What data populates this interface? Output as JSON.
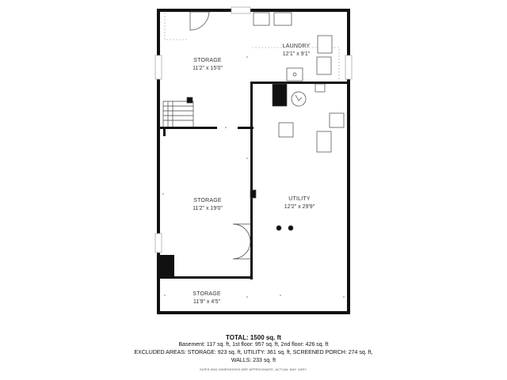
{
  "rooms": {
    "storage_top": {
      "name": "STORAGE",
      "dims": "11'2\" x 15'0\""
    },
    "laundry": {
      "name": "LAUNDRY",
      "dims": "12'1\" x 9'1\""
    },
    "storage_middle": {
      "name": "STORAGE",
      "dims": "11'2\" x 19'0\""
    },
    "utility": {
      "name": "UTILITY",
      "dims": "12'2\" x 29'9\""
    },
    "storage_bottom": {
      "name": "STORAGE",
      "dims": "11'9\" x 4'5\""
    }
  },
  "footer": {
    "total": "TOTAL: 1500 sq. ft",
    "line1": "Basement: 117 sq. ft, 1st floor: 957 sq. ft, 2nd floor: 426 sq. ft",
    "line2": "EXCLUDED AREAS: STORAGE: 923 sq. ft, UTILITY: 361 sq. ft, SCREENED PORCH: 274 sq. ft,",
    "line3": "WALLS: 233 sq. ft",
    "disclaimer": "SIZES AND DIMENSIONS ARE APPROXIMATE, ACTUAL MAY VARY."
  },
  "colors": {
    "wall": "#111111",
    "fixture": "#444444",
    "window": "#bbbbbb"
  }
}
